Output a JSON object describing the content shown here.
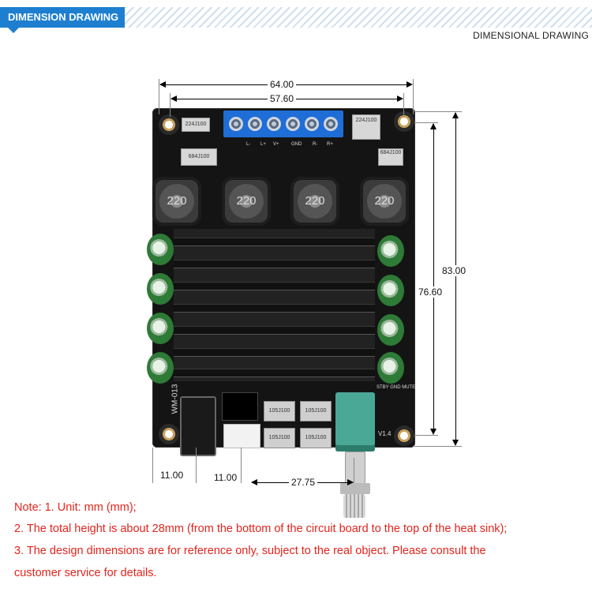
{
  "header": {
    "tab_label": "DIMENSION DRAWING",
    "subtitle": "DIMENSIONAL DRAWING"
  },
  "dimensions": {
    "overall_width": "64.00",
    "hole_width": "57.60",
    "overall_height": "83.00",
    "hole_height": "76.60",
    "jack_offset": "11.00",
    "jack_to_header": "11.00",
    "header_to_pot": "27.75"
  },
  "board": {
    "inductor_value": "220",
    "cap_labels": [
      "684J100",
      "684J100",
      "224J100",
      "224J100"
    ],
    "film_cap_labels": [
      "105J100",
      "105J100",
      "105J100",
      "105J100"
    ],
    "model_label": "WM-013",
    "version_label": "V1.4",
    "header_pins_label": "STBY GND MUTE",
    "terminal_labels": [
      "L-",
      "L+",
      "V+",
      "GND",
      "R-",
      "R+"
    ]
  },
  "notes": [
    "Note: 1. Unit: mm (mm);",
    "2. The total height is about 28mm (from the bottom of the circuit board to the top of the heat sink);",
    "3. The design dimensions are for reference only, subject to the real object. Please consult the",
    "customer service for details."
  ],
  "colors": {
    "banner_blue": "#1e7fd0",
    "note_red": "#e2251d",
    "terminal_blue": "#1f6dd6",
    "pot_green": "#4aa896"
  }
}
